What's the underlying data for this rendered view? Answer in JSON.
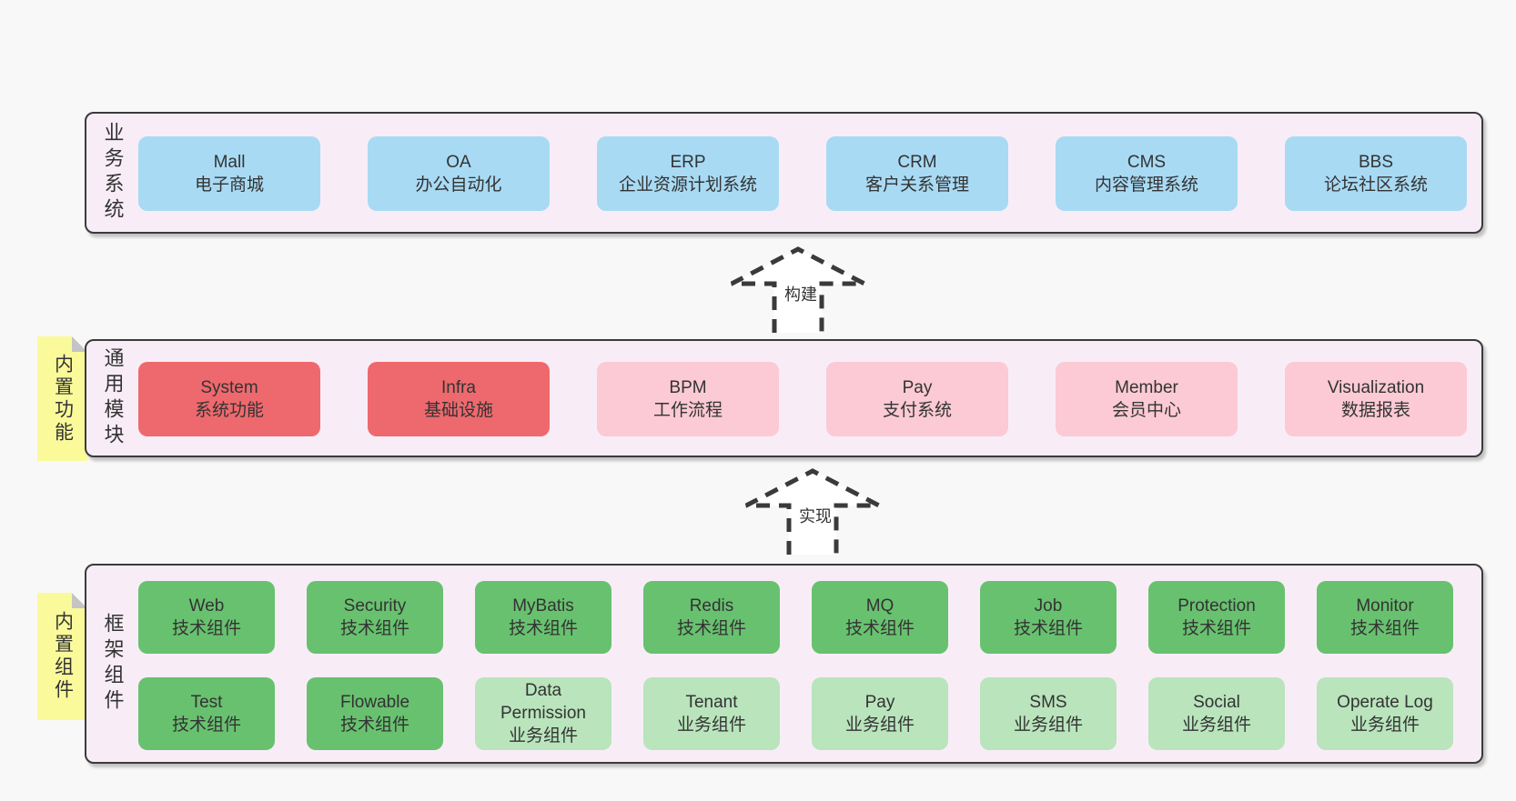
{
  "diagram": {
    "arrows": [
      {
        "label": "构建"
      },
      {
        "label": "实现"
      }
    ],
    "stickies": [
      {
        "text": "内置功能"
      },
      {
        "text": "内置组件"
      }
    ],
    "bands": [
      {
        "id": "business-systems",
        "label": "业务系统",
        "rows": [
          [
            {
              "title": "Mall",
              "sub": "电子商城",
              "color": "blue"
            },
            {
              "title": "OA",
              "sub": "办公自动化",
              "color": "blue"
            },
            {
              "title": "ERP",
              "sub": "企业资源计划系统",
              "color": "blue"
            },
            {
              "title": "CRM",
              "sub": "客户关系管理",
              "color": "blue"
            },
            {
              "title": "CMS",
              "sub": "内容管理系统",
              "color": "blue"
            },
            {
              "title": "BBS",
              "sub": "论坛社区系统",
              "color": "blue"
            }
          ]
        ]
      },
      {
        "id": "common-modules",
        "label": "通用模块",
        "rows": [
          [
            {
              "title": "System",
              "sub": "系统功能",
              "color": "red"
            },
            {
              "title": "Infra",
              "sub": "基础设施",
              "color": "red"
            },
            {
              "title": "BPM",
              "sub": "工作流程",
              "color": "pink"
            },
            {
              "title": "Pay",
              "sub": "支付系统",
              "color": "pink"
            },
            {
              "title": "Member",
              "sub": "会员中心",
              "color": "pink"
            },
            {
              "title": "Visualization",
              "sub": "数据报表",
              "color": "pink"
            }
          ]
        ]
      },
      {
        "id": "framework-components",
        "label": "框架组件",
        "rows": [
          [
            {
              "title": "Web",
              "sub": "技术组件",
              "color": "green"
            },
            {
              "title": "Security",
              "sub": "技术组件",
              "color": "green"
            },
            {
              "title": "MyBatis",
              "sub": "技术组件",
              "color": "green"
            },
            {
              "title": "Redis",
              "sub": "技术组件",
              "color": "green"
            },
            {
              "title": "MQ",
              "sub": "技术组件",
              "color": "green"
            },
            {
              "title": "Job",
              "sub": "技术组件",
              "color": "green"
            },
            {
              "title": "Protection",
              "sub": "技术组件",
              "color": "green"
            },
            {
              "title": "Monitor",
              "sub": "技术组件",
              "color": "green"
            }
          ],
          [
            {
              "title": "Test",
              "sub": "技术组件",
              "color": "green"
            },
            {
              "title": "Flowable",
              "sub": "技术组件",
              "color": "green"
            },
            {
              "title": "Data Permission",
              "sub": "业务组件",
              "color": "green-light"
            },
            {
              "title": "Tenant",
              "sub": "业务组件",
              "color": "green-light"
            },
            {
              "title": "Pay",
              "sub": "业务组件",
              "color": "green-light"
            },
            {
              "title": "SMS",
              "sub": "业务组件",
              "color": "green-light"
            },
            {
              "title": "Social",
              "sub": "业务组件",
              "color": "green-light"
            },
            {
              "title": "Operate Log",
              "sub": "业务组件",
              "color": "green-light"
            }
          ]
        ]
      }
    ],
    "colors": {
      "blue": "#a8daf4",
      "red": "#ee696d",
      "pink": "#fbcad4",
      "green": "#68c16f",
      "green_light": "#b9e4bc",
      "band_bg": "#f8edf7",
      "sticky_yellow": "#fafa9b",
      "border": "#3a3a3a",
      "page_bg": "#f8f8f8"
    }
  }
}
